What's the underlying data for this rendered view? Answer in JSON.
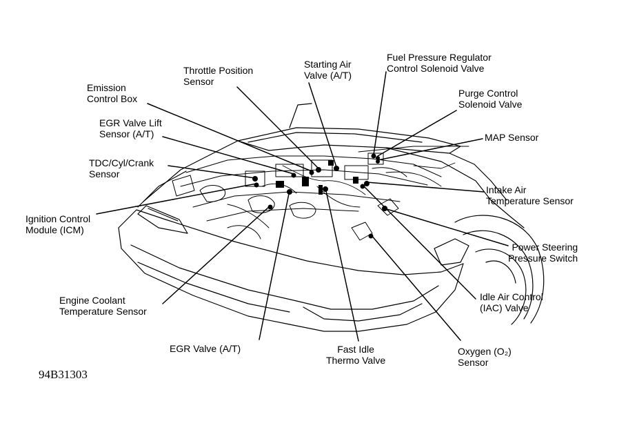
{
  "labels": {
    "throttle_position_sensor": [
      "Throttle Position",
      "Sensor"
    ],
    "starting_air_valve": [
      "Starting Air",
      "Valve (A/T)"
    ],
    "fuel_pressure_regulator": [
      "Fuel Pressure Regulator",
      "Control Solenoid Valve"
    ],
    "emission_control_box": [
      "Emission",
      "Control Box"
    ],
    "purge_control_solenoid": [
      "Purge Control",
      "Solenoid Valve"
    ],
    "egr_valve_lift_sensor": [
      "EGR Valve Lift",
      "Sensor (A/T)"
    ],
    "map_sensor": [
      "MAP Sensor"
    ],
    "tdc_cyl_crank_sensor": [
      "TDC/Cyl/Crank",
      "Sensor"
    ],
    "intake_air_temp_sensor": [
      "Intake Air",
      "Temperature Sensor"
    ],
    "ignition_control_module": [
      "Ignition Control",
      "Module (ICM)"
    ],
    "power_steering_switch": [
      "Power Steering",
      "Pressure Switch"
    ],
    "engine_coolant_temp_sensor": [
      "Engine Coolant",
      "Temperature Sensor"
    ],
    "idle_air_control_valve": [
      "Idle Air Control",
      "(IAC) Valve"
    ],
    "egr_valve": [
      "EGR Valve (A/T)"
    ],
    "fast_idle_thermo_valve": [
      "Fast Idle",
      "Thermo Valve"
    ],
    "oxygen_sensor": [
      "Oxygen (O₂)",
      "Sensor"
    ]
  },
  "figure_code": "94B31303"
}
